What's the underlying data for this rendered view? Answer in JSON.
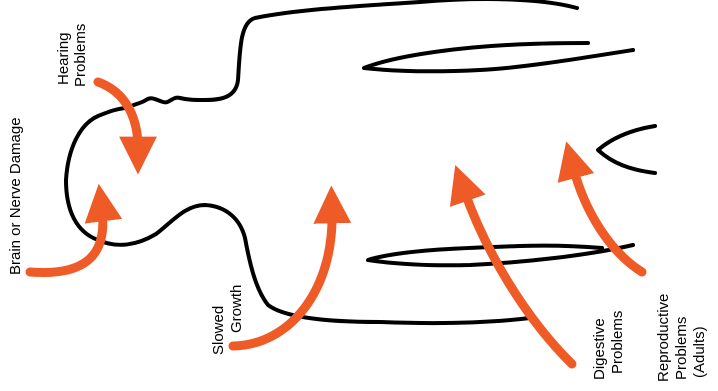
{
  "colors": {
    "outline": "#000000",
    "arrow": "#ef5b27",
    "background": "#ffffff"
  },
  "labels": {
    "brain": "Brain or Nerve Damage",
    "hearing": [
      "Hearing",
      "Problems"
    ],
    "growth": [
      "Slowed",
      "Growth"
    ],
    "digestive": [
      "Digestive",
      "Problems"
    ],
    "reproductive": [
      "Reproductive",
      "Problems",
      "(Adults)"
    ]
  }
}
